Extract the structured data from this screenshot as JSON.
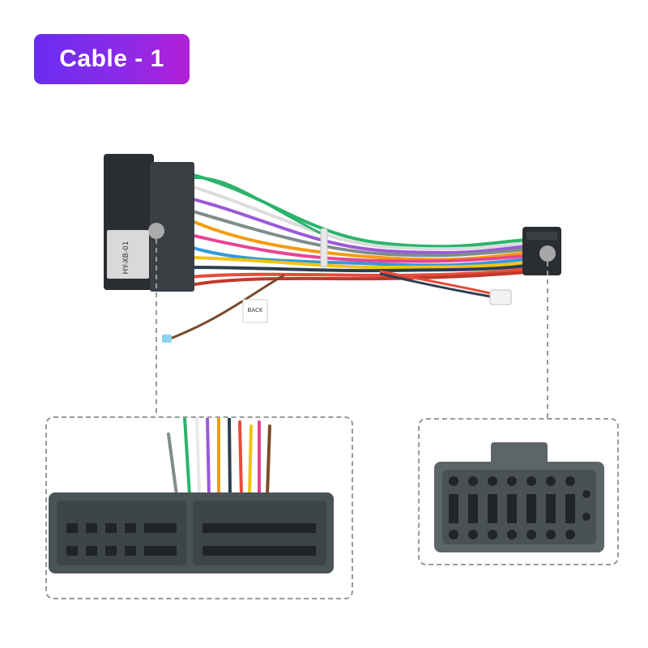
{
  "badge": {
    "label": "Cable - 1",
    "gradient_start": "#6a2cf0",
    "gradient_end": "#b21fd8"
  },
  "harness": {
    "connector_label": "HY-XB-01",
    "tag_label": "BACK"
  },
  "wire_colors": [
    "#2bb36b",
    "#ffffff",
    "#9b59d6",
    "#f39c12",
    "#e74c3c",
    "#f1c40f",
    "#2c3e50",
    "#3498db",
    "#e84393",
    "#7f8c8d",
    "#8e44ad"
  ],
  "callouts": [
    {
      "name": "left-connector-callout",
      "target": "main-connector"
    },
    {
      "name": "right-connector-callout",
      "target": "small-connector"
    }
  ]
}
